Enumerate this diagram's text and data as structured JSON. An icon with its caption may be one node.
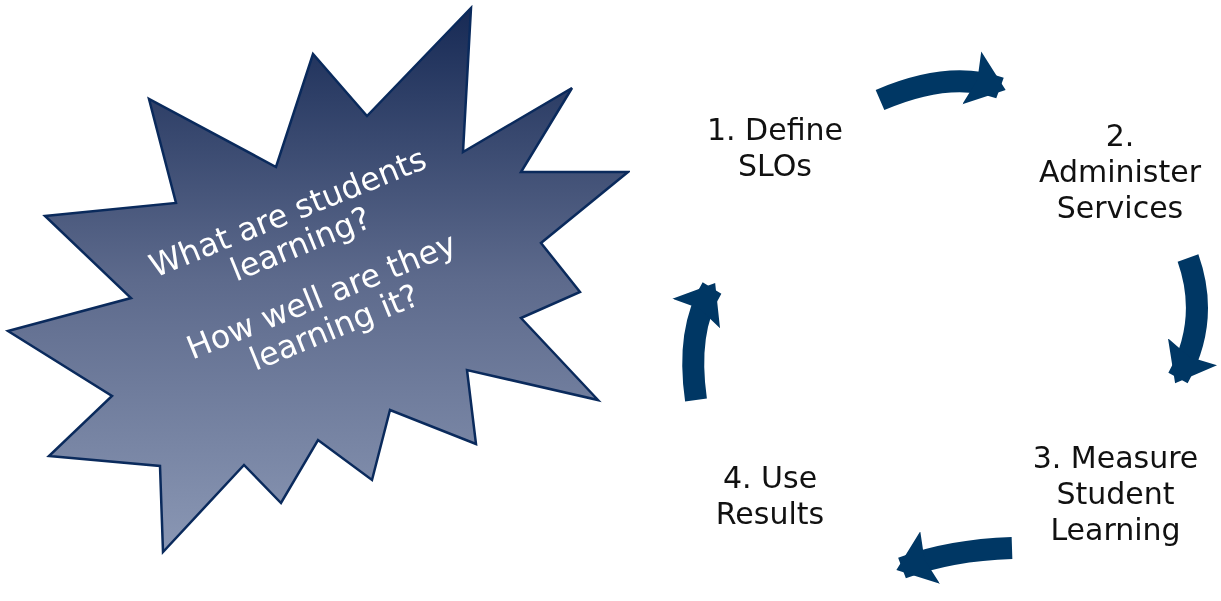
{
  "diagram": {
    "nodes": [
      {
        "text": [
          "What are students learning?",
          "How well are they learning it?"
        ]
      },
      {
        "text": [
          "1. Define SLOs"
        ]
      },
      {
        "text": [
          "2. Administer Services"
        ]
      },
      {
        "text": [
          "3. Measure Student Learning"
        ]
      },
      {
        "text": [
          "4. Use Results"
        ]
      }
    ],
    "edges": [
      {
        "from": 1,
        "to": 2,
        "arrow": "to"
      },
      {
        "from": 2,
        "to": 3,
        "arrow": "to"
      },
      {
        "from": 3,
        "to": 4,
        "arrow": "to"
      },
      {
        "from": 4,
        "to": 1,
        "arrow": "to"
      }
    ]
  }
}
